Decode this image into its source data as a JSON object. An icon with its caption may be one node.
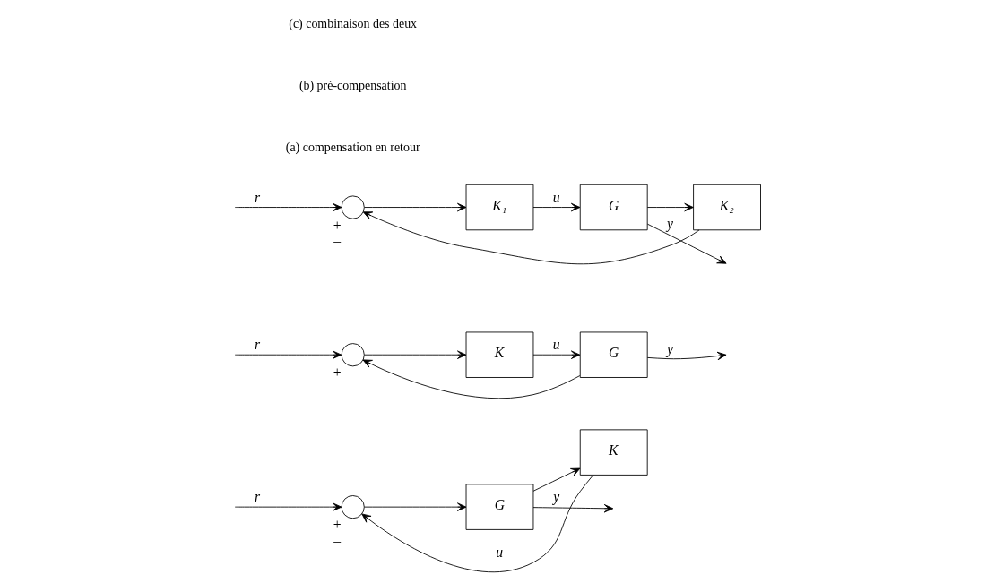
{
  "diagram": {
    "nodes": [
      {
        "text": [],
        "shape": "circle",
        "beside": [
          "+",
          "–"
        ]
      },
      {
        "text": [
          "G"
        ]
      },
      {
        "text": [
          "K"
        ]
      },
      {
        "text": [],
        "shape": "circle",
        "beside": [
          "+",
          "–"
        ]
      },
      {
        "text": [
          "K"
        ]
      },
      {
        "text": [
          "G"
        ]
      },
      {
        "text": [],
        "shape": "circle",
        "beside": [
          "+",
          "–"
        ]
      },
      {
        "text": [
          "K₁"
        ]
      },
      {
        "text": [
          "G"
        ]
      },
      {
        "text": [
          "K₂"
        ]
      }
    ],
    "edges": [
      {
        "from": null,
        "to": 0,
        "arrow": "to",
        "label": "r"
      },
      {
        "from": 0,
        "to": 1,
        "arrow": "to"
      },
      {
        "from": 1,
        "to": null,
        "arrow": "to",
        "label": "y"
      },
      {
        "from": 1,
        "to": 2,
        "arrow": "to"
      },
      {
        "from": 2,
        "to": 0,
        "arrow": "to",
        "label": "u"
      },
      {
        "from": null,
        "to": 3,
        "arrow": "to",
        "label": "r"
      },
      {
        "from": 3,
        "to": 4,
        "arrow": "to"
      },
      {
        "from": 4,
        "to": 5,
        "arrow": "to",
        "label": "u"
      },
      {
        "from": 5,
        "to": null,
        "arrow": "to",
        "label": "y"
      },
      {
        "from": 5,
        "to": 3,
        "arrow": "to"
      },
      {
        "from": null,
        "to": 6,
        "arrow": "to",
        "label": "r"
      },
      {
        "from": 6,
        "to": 7,
        "arrow": "to"
      },
      {
        "from": 7,
        "to": 8,
        "arrow": "to",
        "label": "u"
      },
      {
        "from": 8,
        "to": null,
        "arrow": "to",
        "label": "y"
      },
      {
        "from": 8,
        "to": 9,
        "arrow": "to"
      },
      {
        "from": 9,
        "to": 6,
        "arrow": "to"
      }
    ],
    "labels": [
      "(a) compensation en retour",
      "(b) pré-compensation",
      "(c) combinaison des deux"
    ]
  }
}
